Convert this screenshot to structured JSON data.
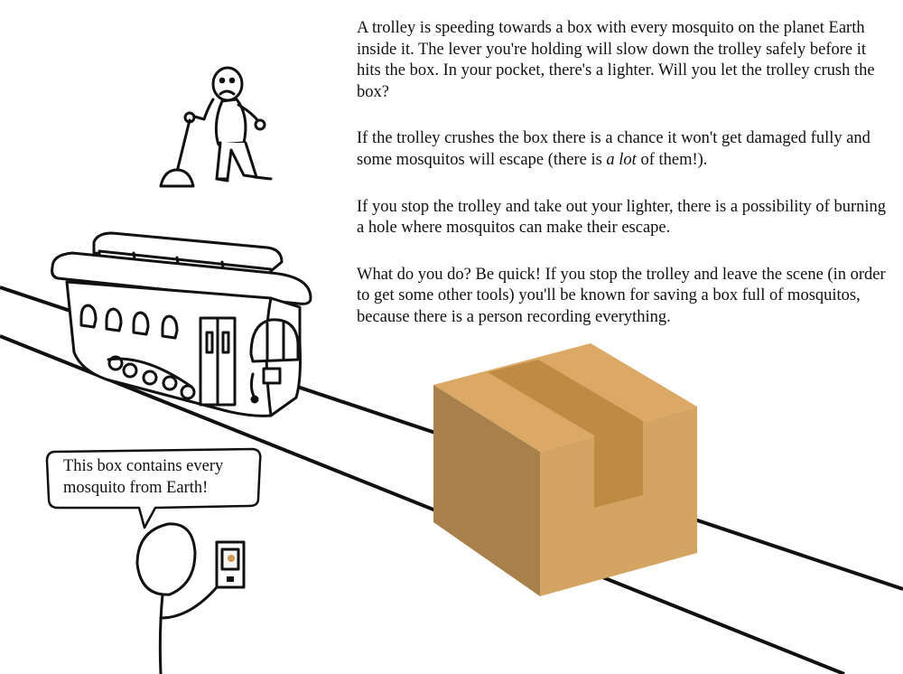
{
  "story": {
    "p1": "A trolley is speeding towards a box with every mosquito on the planet Earth inside it. The lever you're holding will slow down the trolley safely before it hits the box. In your pocket, there's a lighter. Will you let the trolley crush the box?",
    "p2_before": "If the trolley crushes the box there is a chance it won't get damaged fully and some mosquitos will escape (there is ",
    "p2_emphasis": "a lot",
    "p2_after": " of them!).",
    "p3": "If you stop the trolley and take out your lighter, there is a possibility of burning a hole where mosquitos can make their escape.",
    "p4": "What do you do? Be quick! If you stop the trolley and leave the scene (in order to get some other tools) you'll be known for saving a box full of mosquitos, because there is a person recording everything."
  },
  "speech_bubble": {
    "text": "This box contains every mosquito from Earth!"
  },
  "colors": {
    "ink": "#111111",
    "box_top": "#dba865",
    "box_left": "#a8804b",
    "box_right": "#d4a463",
    "tape": "#bd8b44"
  },
  "figures": [
    "lever-person",
    "trolley",
    "cardboard-box",
    "recording-person",
    "phone-icon"
  ]
}
